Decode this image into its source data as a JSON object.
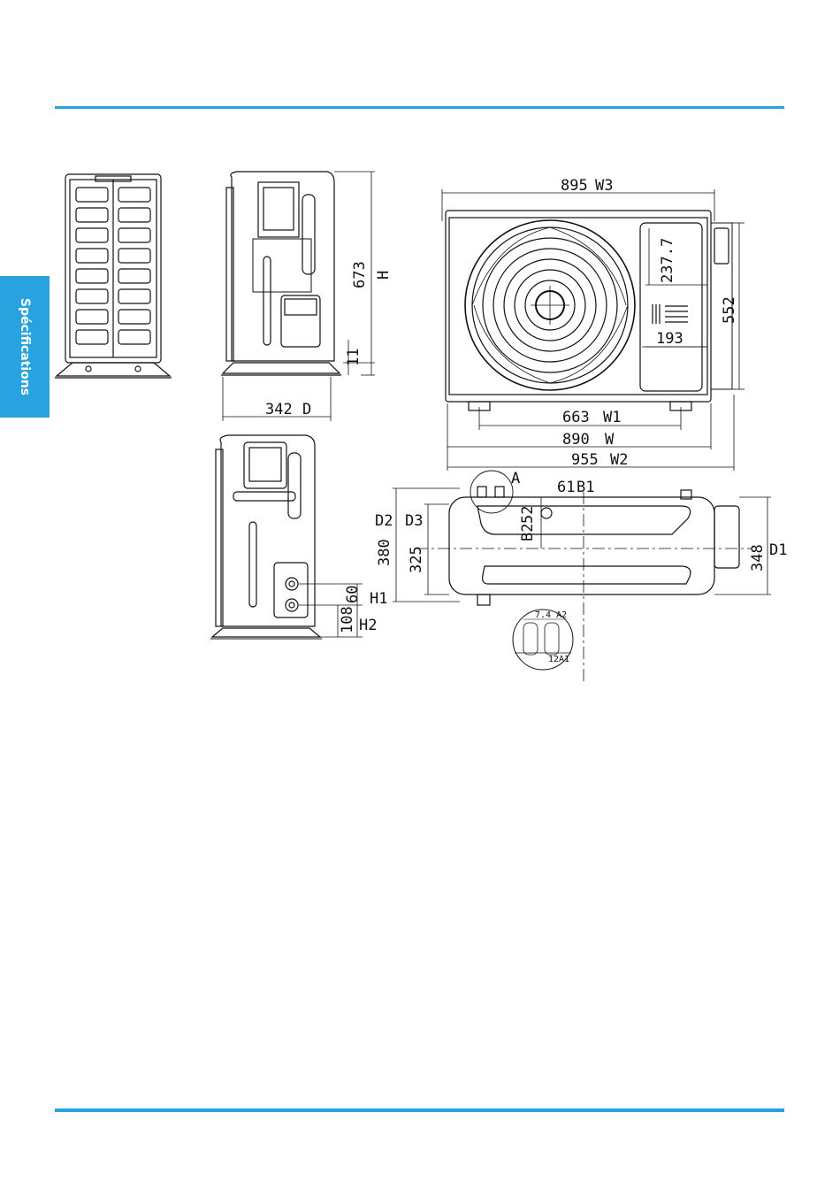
{
  "page": {
    "accent_color": "#29a3df",
    "side_tab_label": "Spécifications"
  },
  "dimensions": {
    "w3": {
      "value": "895",
      "label": "W3"
    },
    "h_side": {
      "value": "673",
      "label": "H"
    },
    "foot_11": "11",
    "d": {
      "value": "342",
      "label": "D"
    },
    "dim_2377": "237.7",
    "dim_552": "552",
    "dim_193": "193",
    "w1": {
      "value": "663",
      "label": "W1"
    },
    "w": {
      "value": "890",
      "label": "W"
    },
    "w2": {
      "value": "955",
      "label": "W2"
    },
    "detail_a": "A",
    "b1": {
      "value": "61",
      "label": "B1"
    },
    "b2": {
      "value": "52",
      "label": "B2"
    },
    "d2": {
      "label": "D2",
      "value": "380"
    },
    "d3": {
      "label": "D3",
      "value": "325"
    },
    "d1": {
      "value": "348",
      "label": "D1"
    },
    "h1": {
      "value": "60",
      "label": "H1"
    },
    "h2": {
      "value": "108",
      "label": "H2"
    },
    "a2": "7.4 A2",
    "a1": "12A1"
  }
}
